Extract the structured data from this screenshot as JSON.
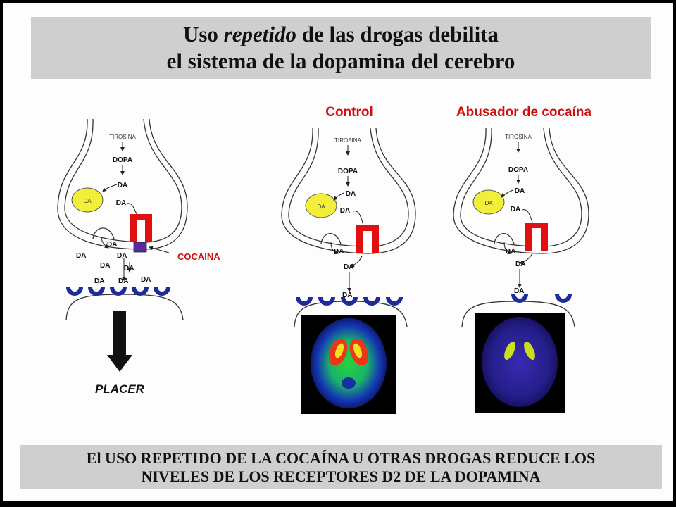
{
  "title": {
    "line1_a": "Uso ",
    "line1_em": "repetido",
    "line1_b": " de las drogas debilita",
    "line2": "el sistema de la dopamina del cerebro"
  },
  "labels": {
    "tirosina": "TIROSINA",
    "dopa": "DOPA",
    "da": "DA",
    "cocaina": "COCAINA",
    "placer": "PLACER",
    "control": "Control",
    "abusador": "Abusador de cocaína"
  },
  "footer": {
    "line1": "El USO REPETIDO DE LA COCAÍNA U OTRAS DROGAS REDUCE LOS",
    "line2": "NIVELES DE LOS RECEPTORES D2 DE LA DOPAMINA"
  },
  "colors": {
    "vesicle": "#f3ee3a",
    "transporter": "#e01010",
    "receptor": "#1e2c9a",
    "cocaine_block": "#5a2a9a",
    "accent_text": "#d01010"
  }
}
